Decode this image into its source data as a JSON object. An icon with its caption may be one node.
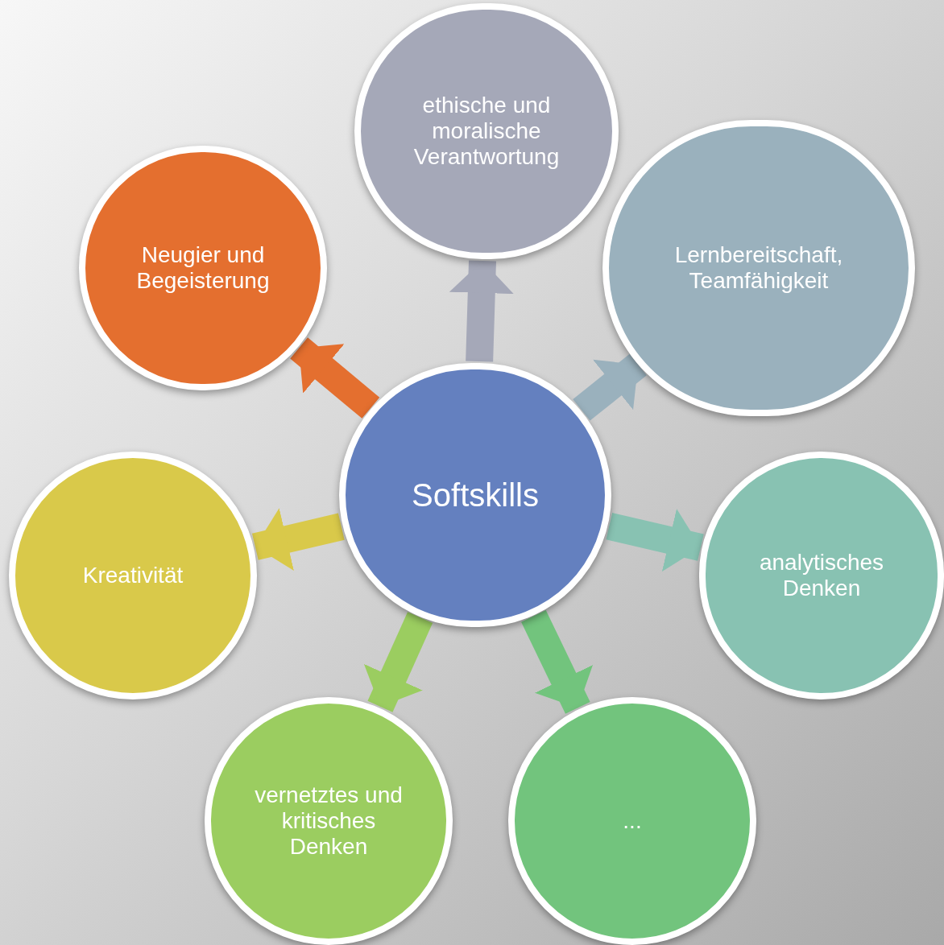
{
  "diagram": {
    "nodes": [
      {
        "text": [
          "Softskills"
        ]
      },
      {
        "text": [
          "ethische und moralische Verantwortung"
        ]
      },
      {
        "text": [
          "Lernbereitschaft, Teamfähigkeit"
        ]
      },
      {
        "text": [
          "analytisches Denken"
        ]
      },
      {
        "text": [
          "..."
        ]
      },
      {
        "text": [
          "vernetztes und kritisches Denken"
        ]
      },
      {
        "text": [
          "Kreativität"
        ]
      },
      {
        "text": [
          "Neugier und Begeisterung"
        ]
      }
    ],
    "edges": [
      {
        "from": 0,
        "to": 1,
        "arrow": "to",
        "color": "#a5a8b8"
      },
      {
        "from": 0,
        "to": 2,
        "arrow": "to",
        "color": "#9ab1bd"
      },
      {
        "from": 0,
        "to": 3,
        "arrow": "to",
        "color": "#88c2b2"
      },
      {
        "from": 0,
        "to": 4,
        "arrow": "to",
        "color": "#72c47d"
      },
      {
        "from": 0,
        "to": 5,
        "arrow": "to",
        "color": "#9bcd60"
      },
      {
        "from": 0,
        "to": 6,
        "arrow": "to",
        "color": "#d9c94a"
      },
      {
        "from": 0,
        "to": 7,
        "arrow": "to",
        "color": "#e46f2f"
      }
    ]
  }
}
